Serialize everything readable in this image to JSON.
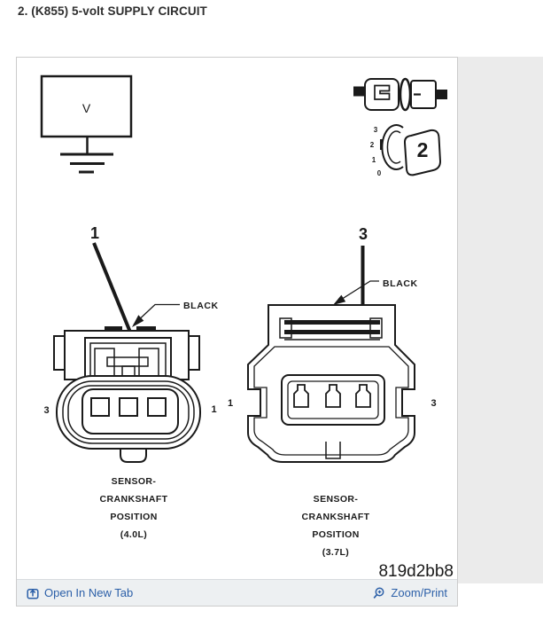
{
  "page": {
    "title": "2. (K855) 5-volt SUPPLY CIRCUIT"
  },
  "diagram": {
    "voltmeter_label": "V",
    "selector_icon": {
      "scale_labels": [
        "3",
        "2",
        "1",
        "0"
      ],
      "value": "2"
    },
    "figure_id": "819d2bb8",
    "left_connector": {
      "callout": "1",
      "wire_label": "BLACK",
      "pin_left": "3",
      "pin_right": "1",
      "caption_lines": [
        "SENSOR-",
        "CRANKSHAFT",
        "POSITION",
        "(4.0L)"
      ]
    },
    "right_connector": {
      "callout": "3",
      "wire_label": "BLACK",
      "pin_left": "1",
      "pin_right": "3",
      "caption_lines": [
        "SENSOR-",
        "CRANKSHAFT",
        "POSITION",
        "(3.7L)"
      ]
    }
  },
  "footer": {
    "open_in_new_tab_label": "Open In New Tab",
    "zoom_print_label": "Zoom/Print"
  },
  "colors": {
    "link_blue": "#2b5fa8",
    "line_black": "#1a1a1a",
    "footer_bg": "#edf0f2",
    "panel_border": "#cccccc",
    "page_gray": "#ebebeb"
  }
}
